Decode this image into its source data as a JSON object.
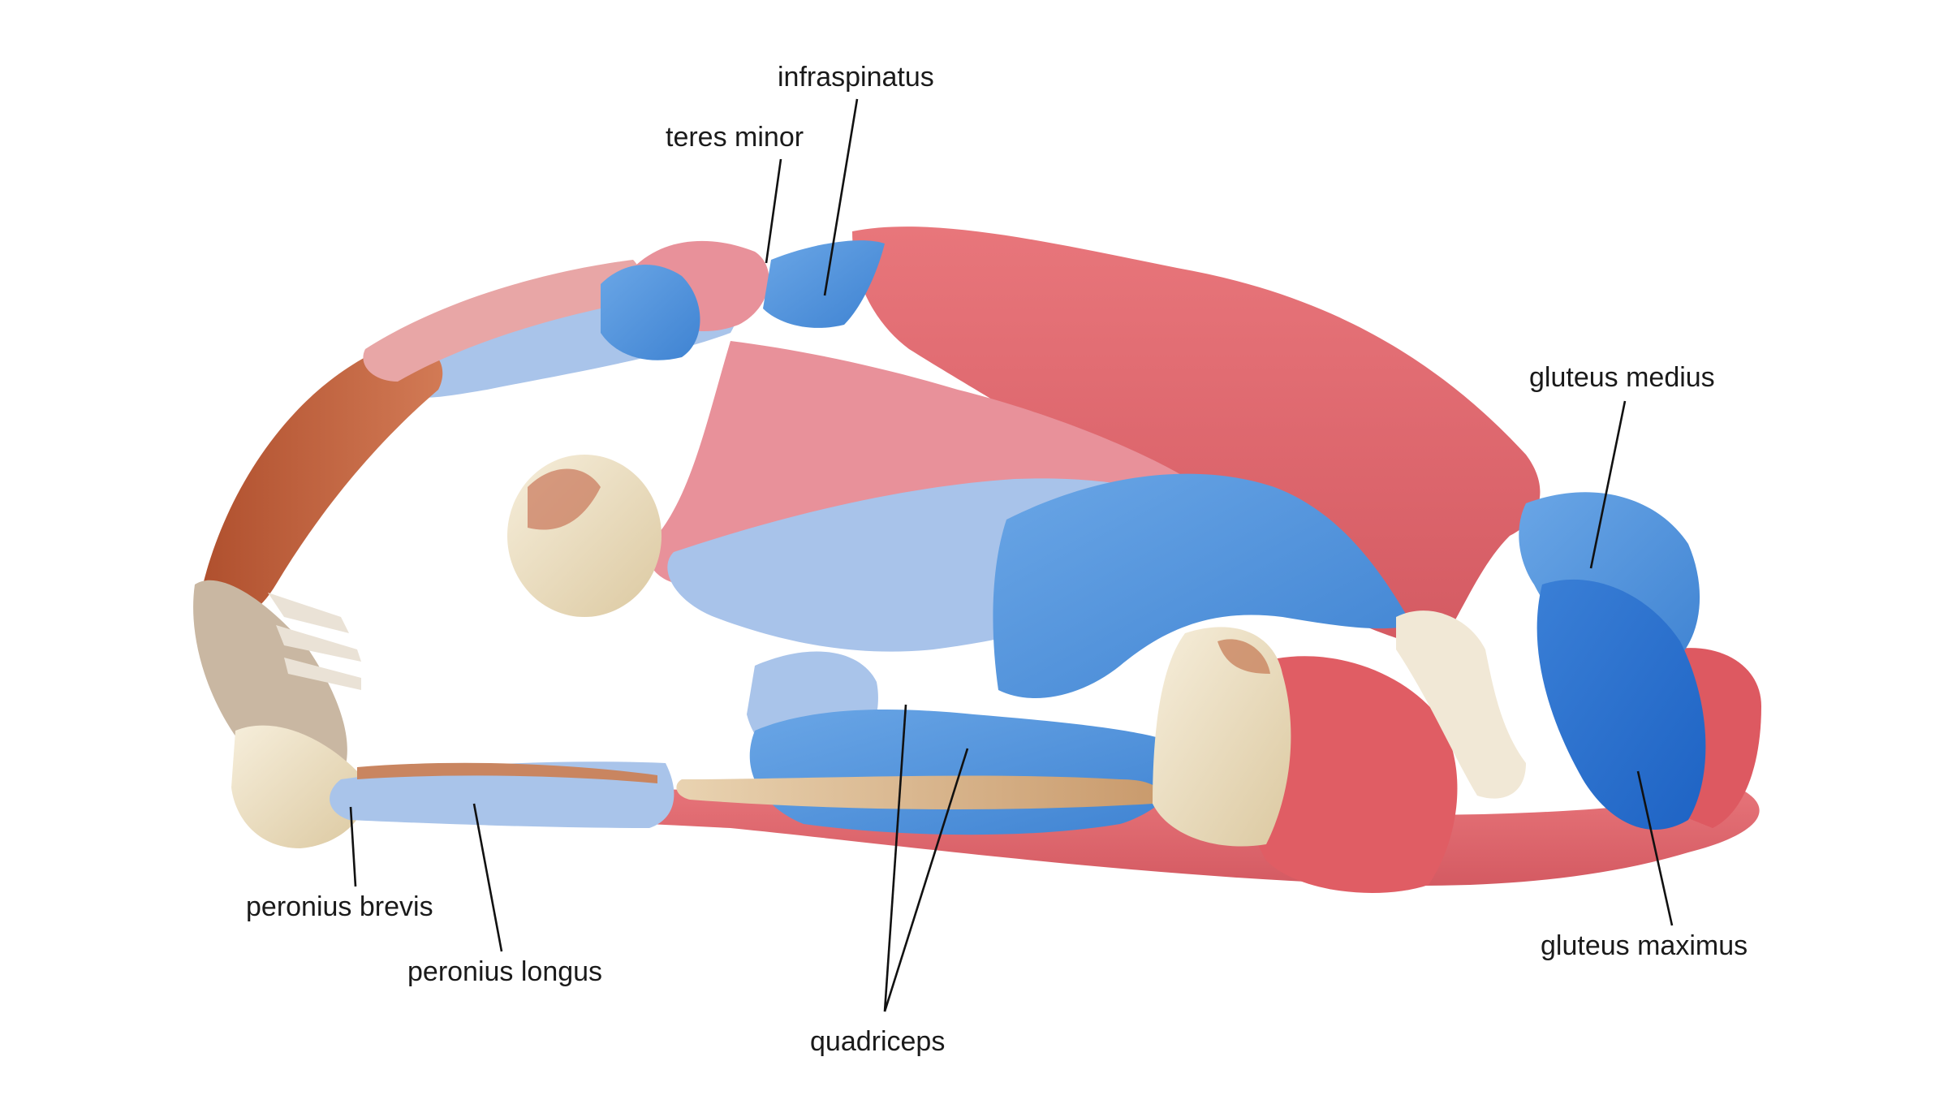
{
  "labels": {
    "infraspinatus": "infraspinatus",
    "teres_minor": "teres minor",
    "gluteus_medius": "gluteus medius",
    "gluteus_maximus": "gluteus maximus",
    "peronius_brevis": "peronius brevis",
    "peronius_longus": "peronius longus",
    "quadriceps": "quadriceps"
  },
  "colors": {
    "target_muscle": "#4a8fd8",
    "stretched_muscle": "#e0666c",
    "light_muscle": "#a9c4ea",
    "pink_muscle": "#e8919a",
    "bone": "#efe3c8",
    "tendon": "#c98e62",
    "deep_muscle": "#b5502c"
  }
}
